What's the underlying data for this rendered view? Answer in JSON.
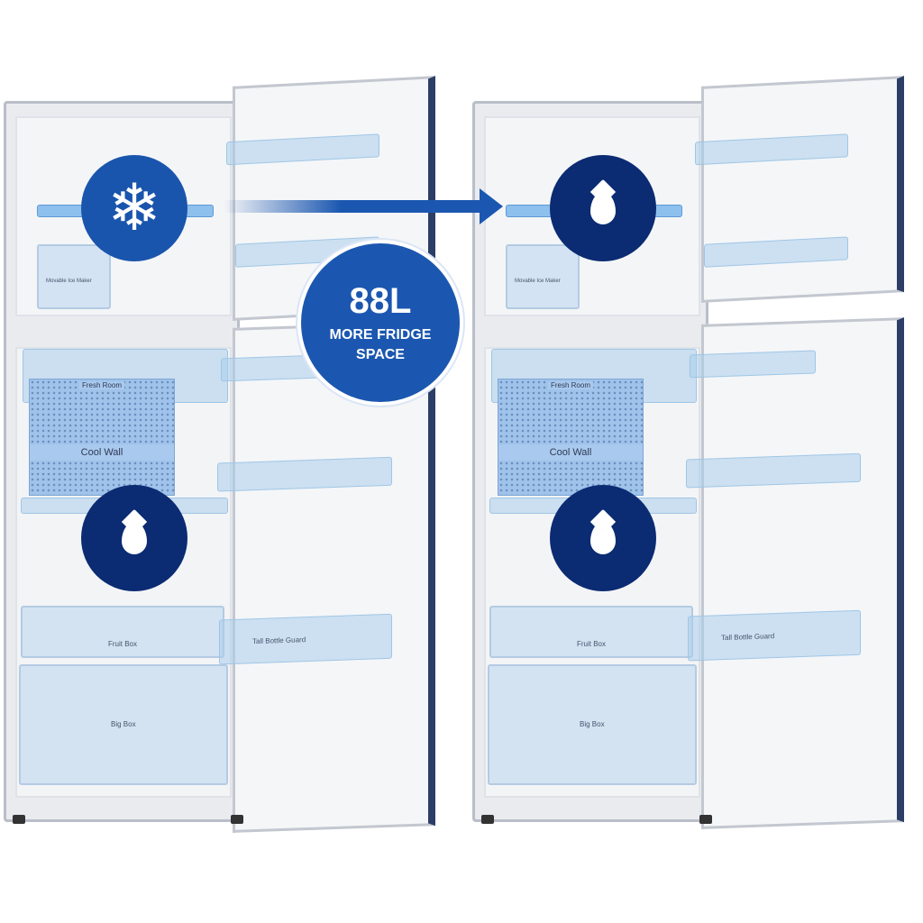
{
  "fridges": [
    {
      "ice_maker": "Movable Ice Maker",
      "fresh_room": "Fresh Room",
      "cool_wall": "Cool Wall",
      "fruit_box": "Fruit Box",
      "tall_bottle": "Tall Bottle Guard",
      "big_box": "Big Box",
      "top_icon": "snowflake-icon",
      "bottom_icon": "water-drop-icon"
    },
    {
      "ice_maker": "Movable Ice Maker",
      "fresh_room": "Fresh Room",
      "cool_wall": "Cool Wall",
      "fruit_box": "Fruit Box",
      "tall_bottle": "Tall Bottle Guard",
      "big_box": "Big Box",
      "top_icon": "water-drop-icon",
      "bottom_icon": "water-drop-icon"
    }
  ],
  "badge": {
    "value": "88L",
    "line1": "MORE FRIDGE",
    "line2": "SPACE"
  },
  "colors": {
    "accent": "#1b57b0",
    "dark_circle": "#0b2b73"
  }
}
